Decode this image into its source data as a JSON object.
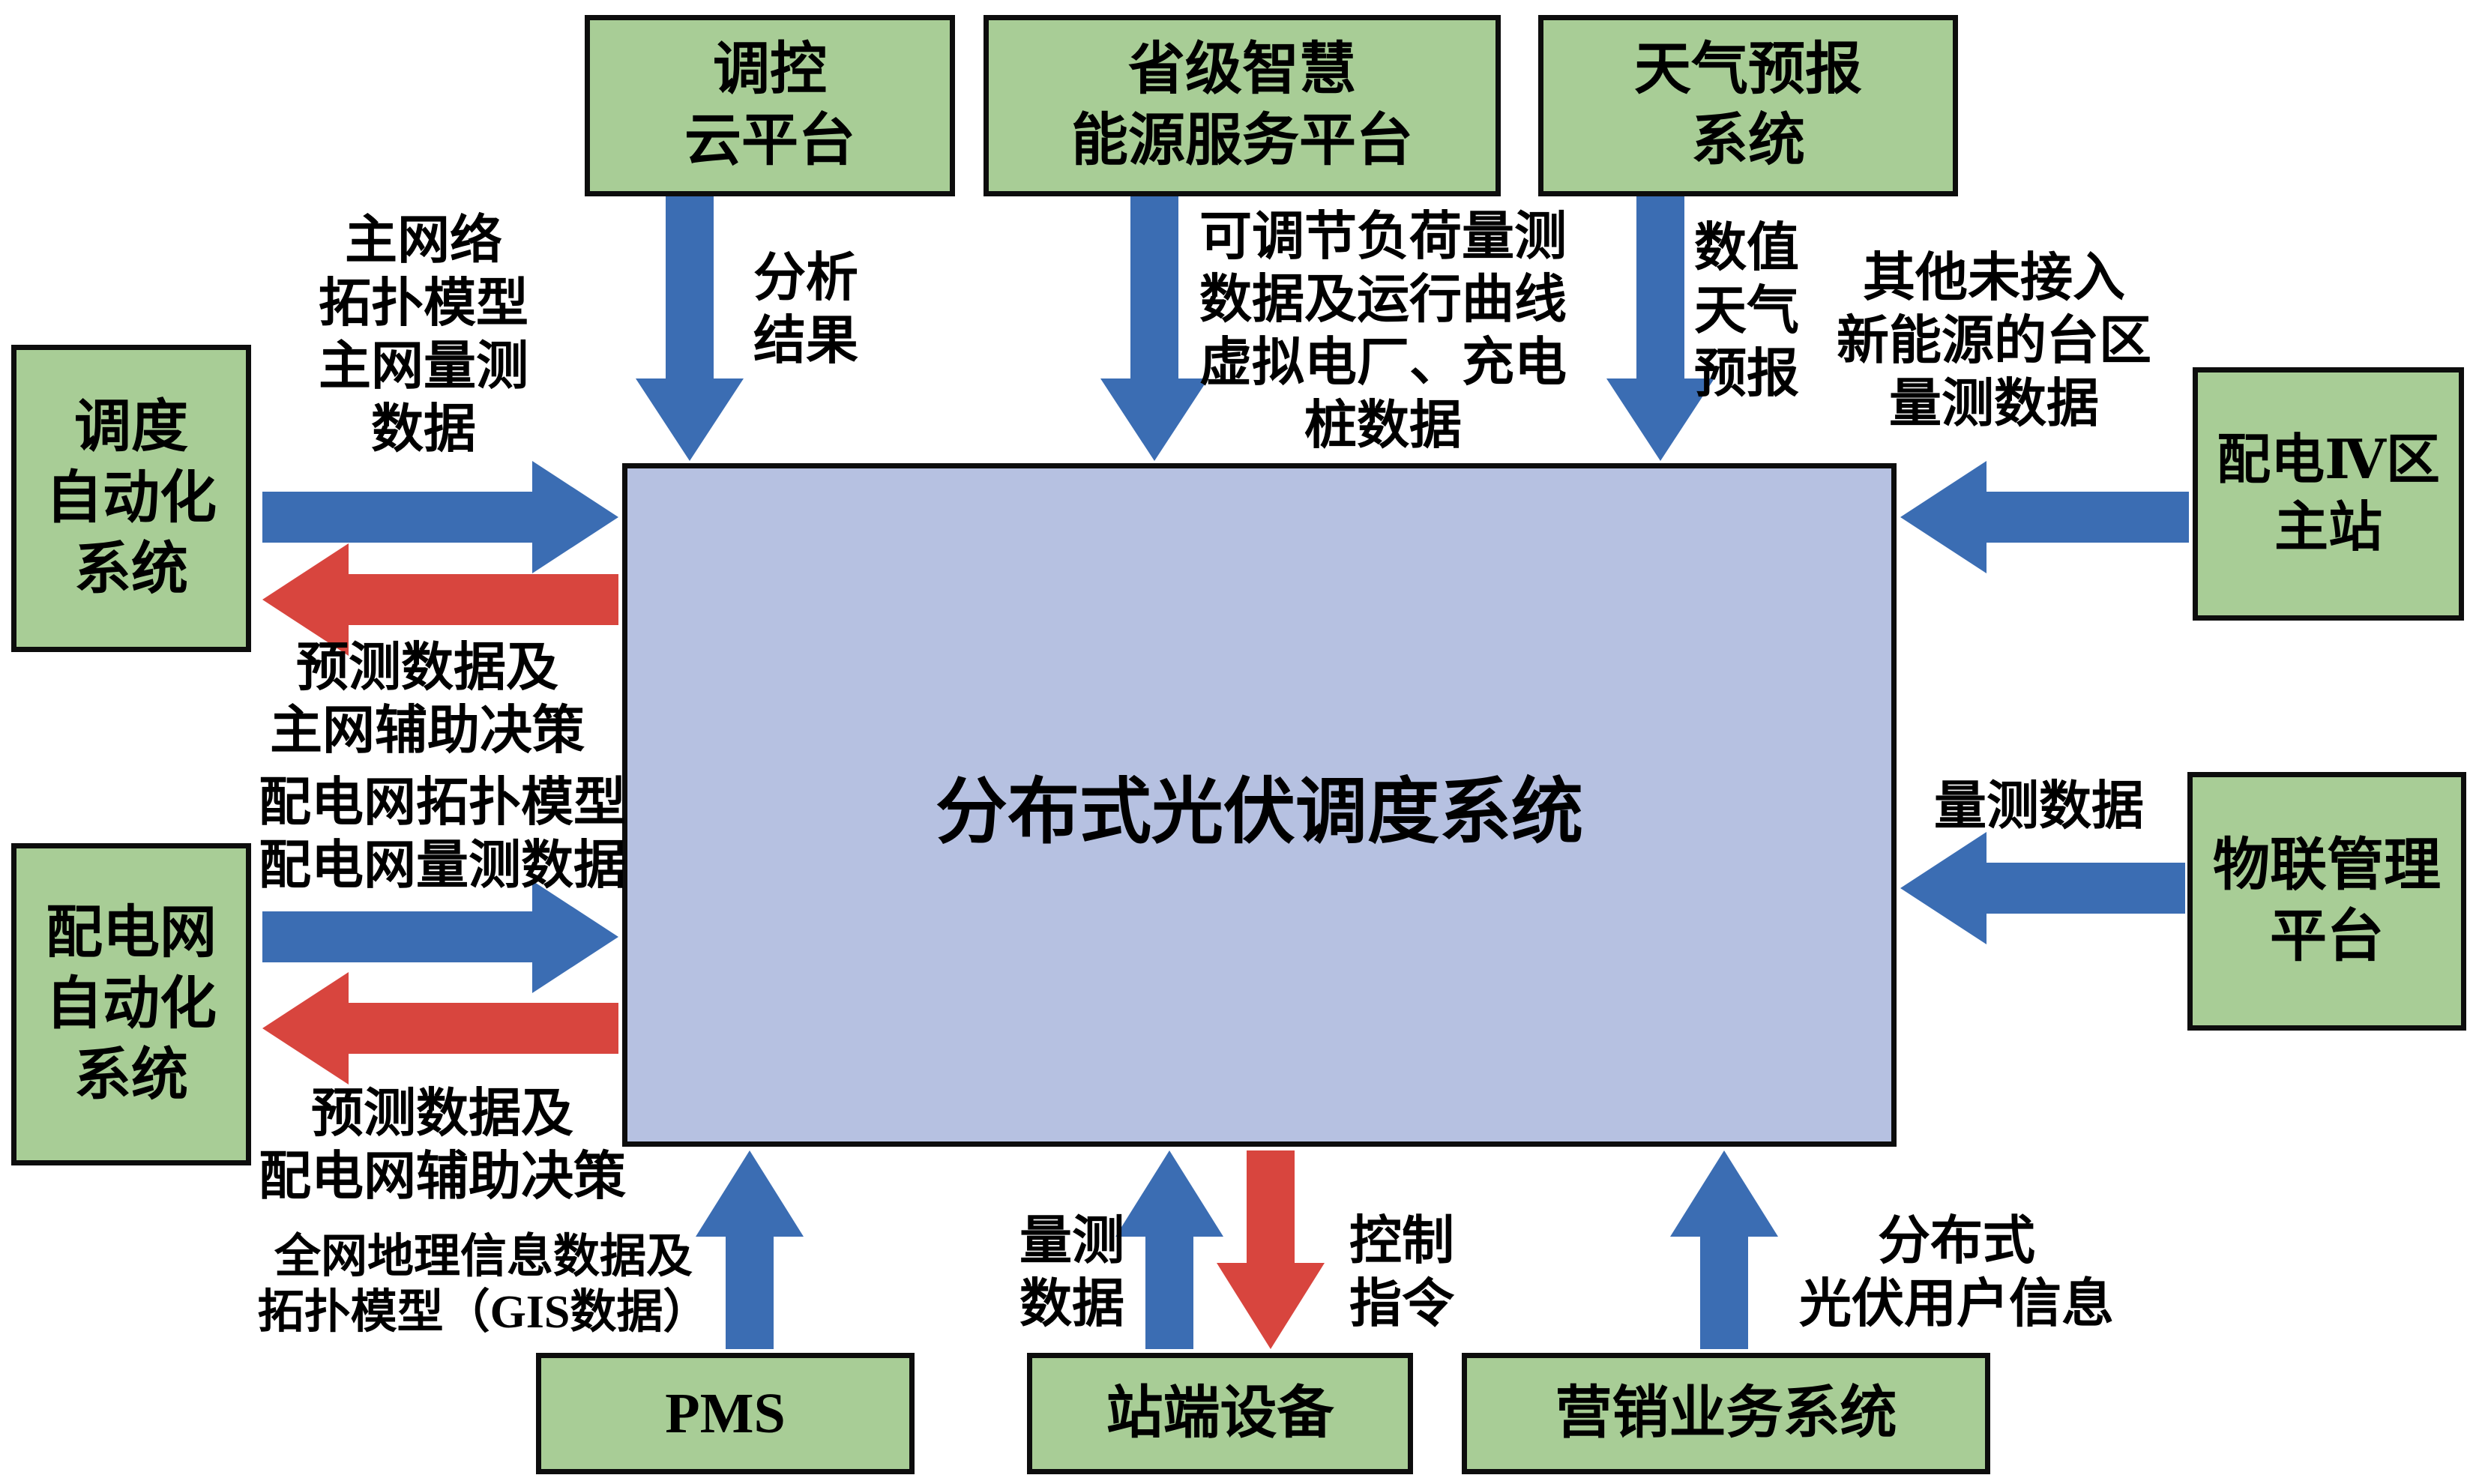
{
  "colors": {
    "box_fill": "#a8cd96",
    "center_fill": "#b6c1e1",
    "arrow_blue": "#3b6db3",
    "arrow_red": "#d8453e",
    "border": "#0d0d0d"
  },
  "boxes": {
    "tiaokong": {
      "label": "调控\n云平台"
    },
    "shengji": {
      "label": "省级智慧\n能源服务平台"
    },
    "tianqi": {
      "label": "天气预报\n系统"
    },
    "diaodu": {
      "label": "调度\n自动化\n系统"
    },
    "peidianwang": {
      "label": "配电网\n自动化\n系统"
    },
    "peidian4": {
      "label": "配电Ⅳ区\n主站"
    },
    "wulian": {
      "label": "物联管理\n平台"
    },
    "pms": {
      "label": "PMS"
    },
    "zhanduan": {
      "label": "站端设备"
    },
    "yingxiao": {
      "label": "营销业务系统"
    },
    "center": {
      "label": "分布式光伏调度系统"
    }
  },
  "flows": {
    "analysis_result": "分析\n结果",
    "adjustable_load": "可调节负荷量测\n数据及运行曲线\n虚拟电厂、充电\n桩数据",
    "numeric_weather": "数值\n天气\n预报",
    "other_taiqu": "其他未接入\n新能源的台区\n量测数据",
    "main_grid": "主网络\n拓扑模型\n主网量测\n数据",
    "forecast_main": "预测数据及\n主网辅助决策",
    "dist_grid": "配电网拓扑模型\n配电网量测数据",
    "forecast_dist": "预测数据及\n配电网辅助决策",
    "gis": "全网地理信息数据及\n拓扑模型（GIS数据）",
    "measure_station": "量测\n数据",
    "control_cmd": "控制\n指令",
    "pv_users": "分布式\n光伏用户信息",
    "measure_iot": "量测数据"
  }
}
